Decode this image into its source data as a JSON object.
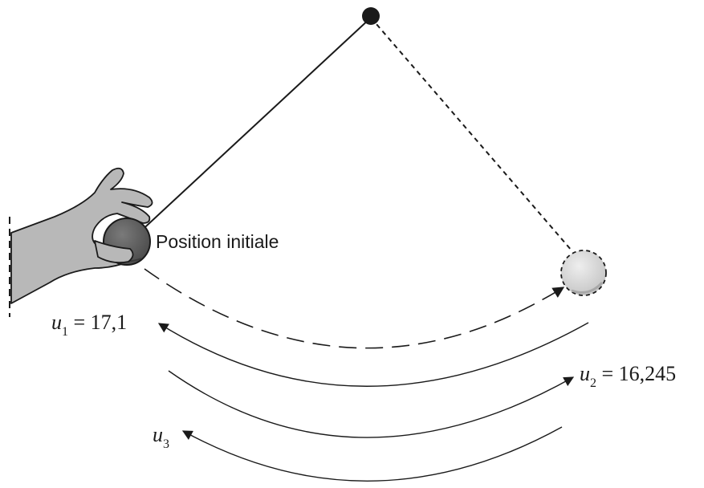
{
  "labels": {
    "initial_position": "Position initiale",
    "u1": {
      "var": "u",
      "sub": "1",
      "eq": " = 17,1"
    },
    "u2": {
      "var": "u",
      "sub": "2",
      "eq": " = 16,245"
    },
    "u3": {
      "var": "u",
      "sub": "3"
    }
  },
  "colors": {
    "ink": "#1a1a1a",
    "ball_dark": "#5d5d5d",
    "ball_light": "#dcdcdc",
    "hand": "#b8b8b8"
  }
}
